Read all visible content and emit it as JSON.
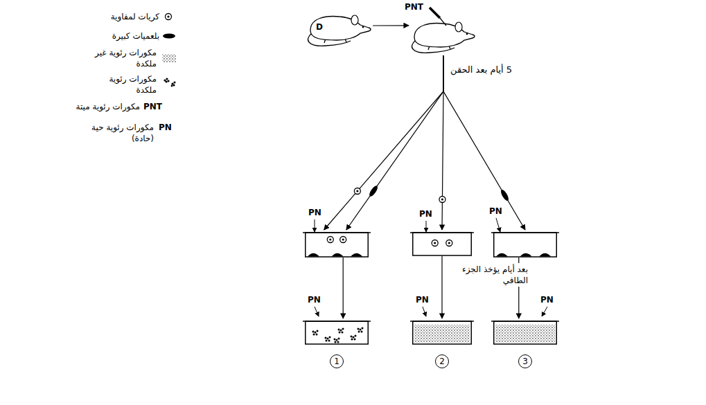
{
  "diagram": {
    "nodes": [
      {
        "text": [
          "D"
        ]
      },
      {
        "text": [
          "PNT"
        ]
      },
      {
        "text": [
          "PN"
        ]
      },
      {
        "text": [
          "PN"
        ]
      },
      {
        "text": [
          "PN"
        ]
      },
      {
        "text": [
          "PN",
          "1"
        ]
      },
      {
        "text": [
          "PN",
          "2"
        ]
      },
      {
        "text": [
          "PN",
          "3"
        ]
      }
    ],
    "edges": [
      {
        "from": 0,
        "to": 1,
        "arrow": "to"
      },
      {
        "from": 1,
        "to": 2,
        "arrow": "to"
      },
      {
        "from": 1,
        "to": 2,
        "arrow": "to"
      },
      {
        "from": 1,
        "to": 3,
        "arrow": "to"
      },
      {
        "from": 1,
        "to": 4,
        "arrow": "to"
      },
      {
        "from": 2,
        "to": 5,
        "arrow": "to"
      },
      {
        "from": 3,
        "to": 6,
        "arrow": "to",
        "label": "بعد أيام يؤخذ الجزء الطافي"
      },
      {
        "from": 4,
        "to": 7,
        "arrow": "to"
      }
    ],
    "labels": [
      "5 أيام بعد الحقن",
      "PNT",
      "PN"
    ],
    "legend": [
      {
        "text": "كريات لمفاوية"
      },
      {
        "text": "بلعميات كبيرة"
      },
      {
        "text": "مكورات رئوية غير ملكدة"
      },
      {
        "text": "مكورات رئوية ملكدة"
      },
      {
        "text": "مكورات رئوية ميتة"
      },
      {
        "text": "مكورات رئوية حية (حادة)"
      }
    ]
  }
}
